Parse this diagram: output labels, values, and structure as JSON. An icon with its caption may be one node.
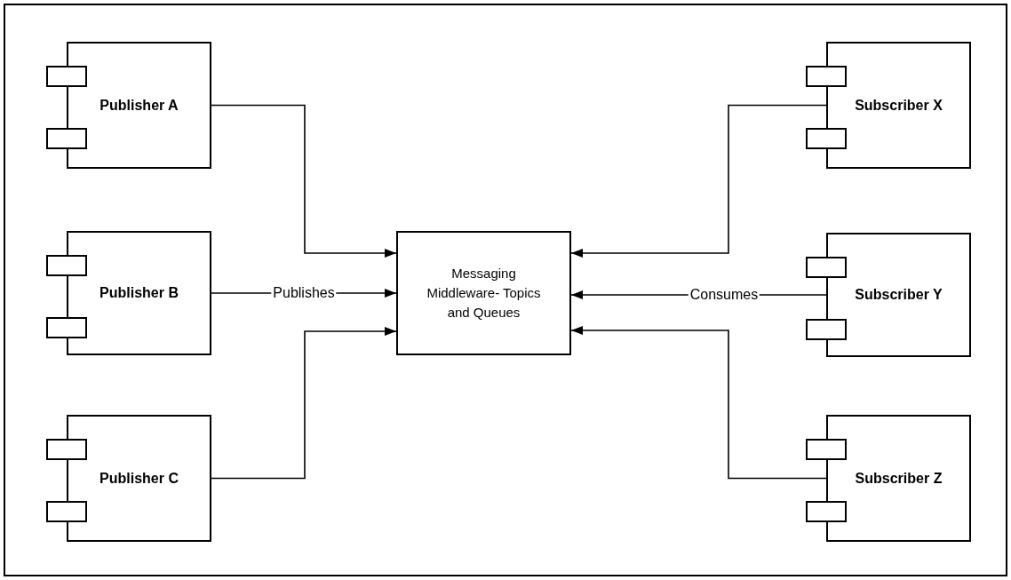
{
  "diagram": {
    "nodes": [
      {
        "text": [
          "Publisher A"
        ]
      },
      {
        "text": [
          "Publisher B"
        ]
      },
      {
        "text": [
          "Publisher C"
        ]
      },
      {
        "text": [
          "Messaging Middleware- Topics and Queues"
        ]
      },
      {
        "text": [
          "Subscriber X"
        ]
      },
      {
        "text": [
          "Subscriber Y"
        ]
      },
      {
        "text": [
          "Subscriber Z"
        ]
      }
    ],
    "edges": [
      {
        "from": 0,
        "to": 3,
        "arrow": "to"
      },
      {
        "from": 1,
        "to": 3,
        "arrow": "to",
        "label": "Publishes"
      },
      {
        "from": 2,
        "to": 3,
        "arrow": "to"
      },
      {
        "from": 4,
        "to": 3,
        "arrow": "to"
      },
      {
        "from": 5,
        "to": 3,
        "arrow": "to",
        "label": "Consumes"
      },
      {
        "from": 6,
        "to": 3,
        "arrow": "to"
      }
    ]
  }
}
